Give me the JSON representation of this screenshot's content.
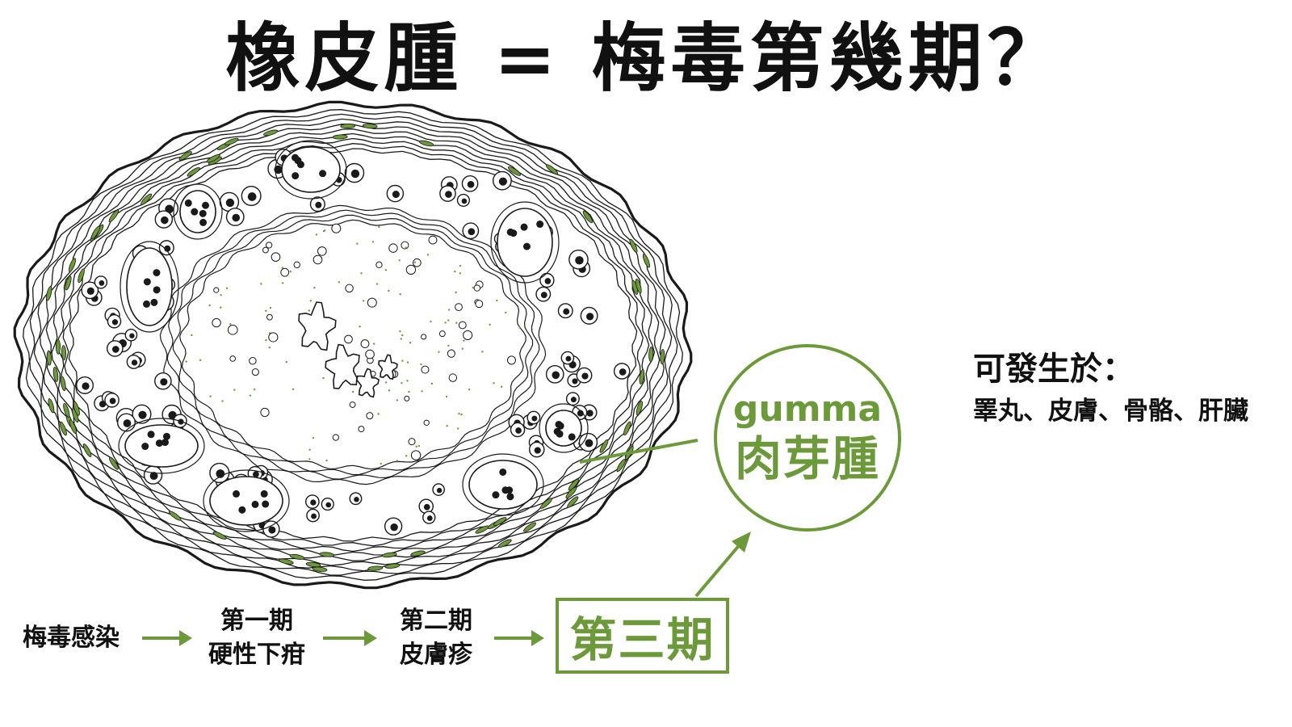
{
  "title": "橡皮腫 = 梅毒第幾期？",
  "callout": {
    "english": "gumma",
    "chinese": "肉芽腫"
  },
  "occurs": {
    "heading": "可發生於：",
    "sites": "睪丸、皮膚、骨骼、肝臟"
  },
  "progression": {
    "start": "梅毒感染",
    "stage1": {
      "label": "第一期",
      "desc": "硬性下疳"
    },
    "stage2": {
      "label": "第二期",
      "desc": "皮膚疹"
    },
    "stage3": {
      "label": "第三期"
    }
  },
  "colors": {
    "accent": "#6c9a3a",
    "text": "#111111"
  },
  "icons": {
    "arrow": "right-arrow-icon",
    "pointer": "diagonal-arrow-icon"
  }
}
